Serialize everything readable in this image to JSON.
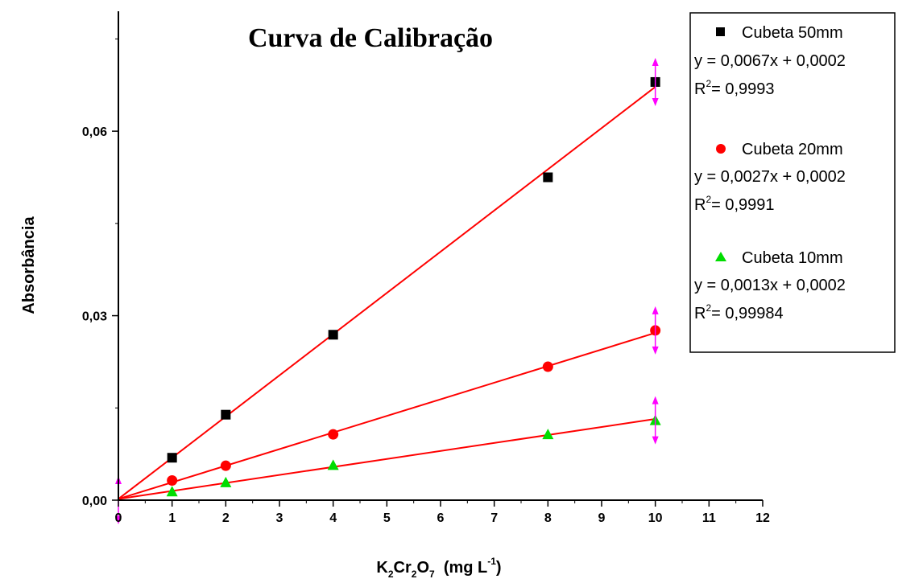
{
  "chart_data": {
    "type": "scatter",
    "title": "Curva de Calibração",
    "xlabel": {
      "base": "K",
      "sub1": "2",
      "mid": "Cr",
      "sub2": "2",
      "mid2": "O",
      "sub3": "7",
      "unit_open": "  (mg L",
      "sup": "-1",
      "unit_close": ")"
    },
    "ylabel": "Absorbância",
    "xlim": [
      0,
      12
    ],
    "ylim": [
      0,
      0.0795
    ],
    "x_ticks": [
      0,
      1,
      2,
      3,
      4,
      5,
      6,
      7,
      8,
      9,
      10,
      11,
      12
    ],
    "x_tick_labels": [
      "0",
      "1",
      "2",
      "3",
      "4",
      "5",
      "6",
      "7",
      "8",
      "9",
      "10",
      "11",
      "12"
    ],
    "y_ticks": [
      0.0,
      0.03,
      0.06
    ],
    "y_tick_labels": [
      "0,00",
      "0,03",
      "0,06"
    ],
    "legend_position": "top-right",
    "series": [
      {
        "name": "Cubeta 50mm",
        "marker": "square",
        "color": "#000000",
        "x": [
          1,
          2,
          4,
          8,
          10
        ],
        "y": [
          0.0069,
          0.0139,
          0.0269,
          0.0525,
          0.068
        ],
        "fit": {
          "slope": 0.0067,
          "intercept": 0.0002,
          "equation": "y = 0,0067x + 0,0002",
          "r2_label": "R",
          "r2_sup": "2",
          "r2_value": "= 0,9993"
        }
      },
      {
        "name": "Cubeta 20mm",
        "marker": "circle",
        "color": "#ff0000",
        "x": [
          1,
          2,
          4,
          8,
          10
        ],
        "y": [
          0.0032,
          0.0056,
          0.0107,
          0.0217,
          0.0276
        ],
        "fit": {
          "slope": 0.0027,
          "intercept": 0.0002,
          "equation": "y = 0,0027x + 0,0002",
          "r2_label": "R",
          "r2_sup": "2",
          "r2_value": "= 0,9991"
        }
      },
      {
        "name": "Cubeta 10mm",
        "marker": "triangle",
        "color": "#00dd00",
        "x": [
          1,
          2,
          4,
          8,
          10
        ],
        "y": [
          0.0014,
          0.0029,
          0.0057,
          0.0107,
          0.013
        ],
        "fit": {
          "slope": 0.0013,
          "intercept": 0.0002,
          "equation": "y = 0,0013x + 0,0002",
          "r2_label": "R",
          "r2_sup": "2",
          "r2_value": "= 0,99984"
        }
      }
    ],
    "fit_line_color": "#ff0000",
    "marker_arrow_color": "#ff00ff"
  }
}
